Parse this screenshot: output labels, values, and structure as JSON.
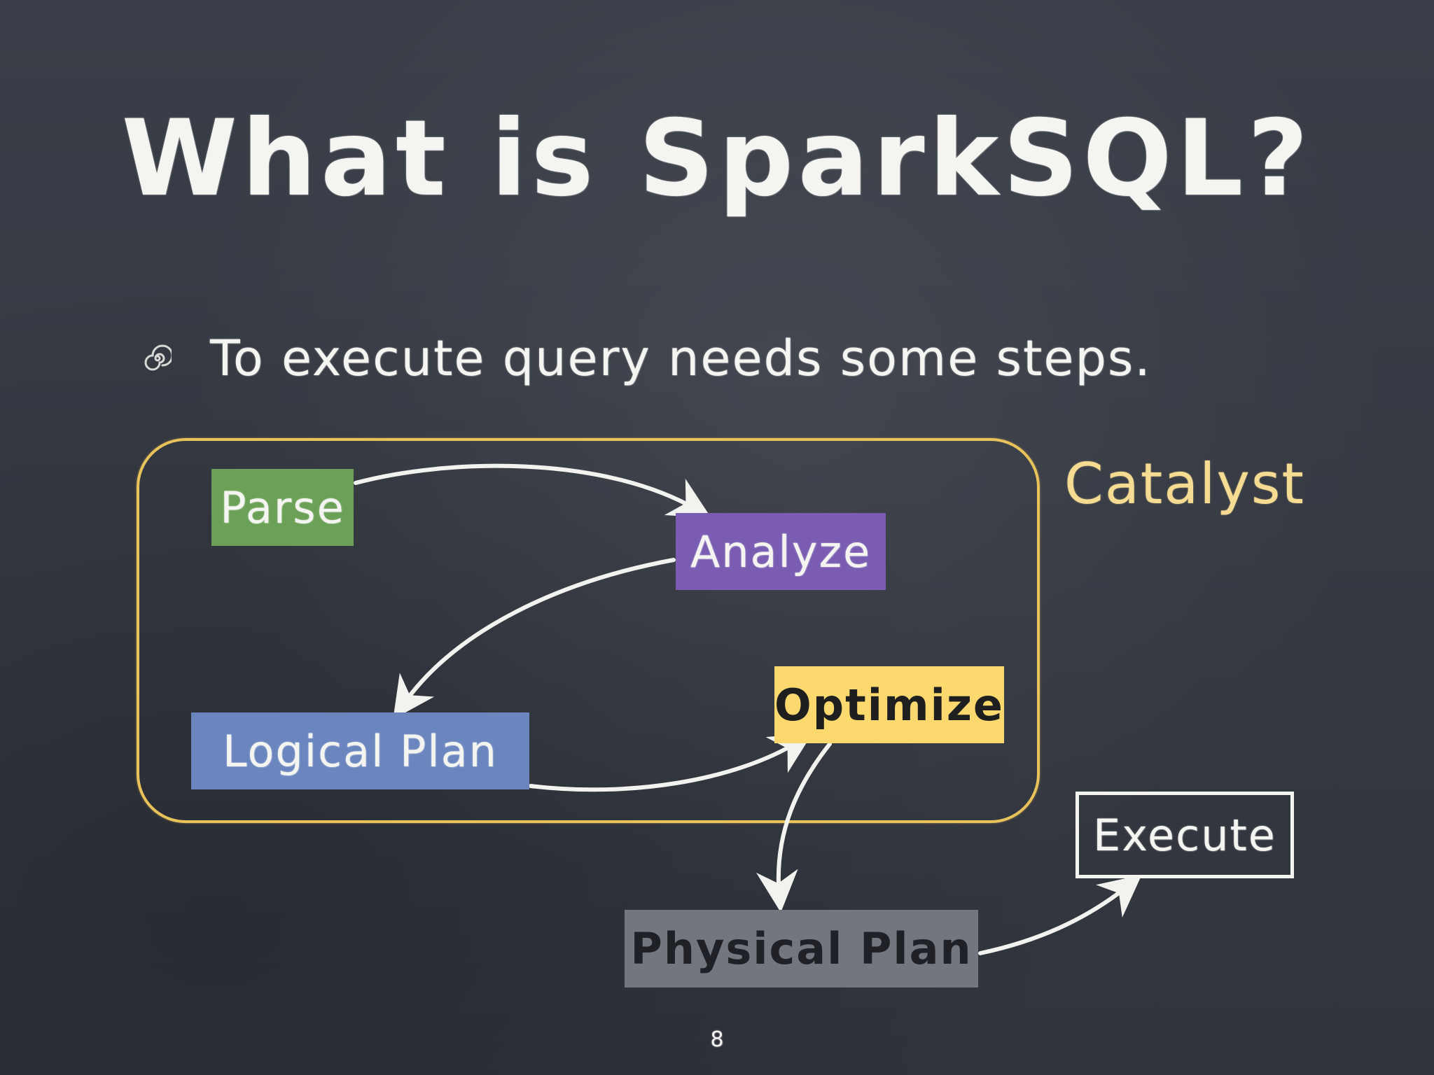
{
  "slide": {
    "title": "What is SparkSQL?",
    "bullet": "To execute query needs some steps.",
    "page_number": "8"
  },
  "diagram": {
    "group_label": "Catalyst",
    "nodes": {
      "parse": "Parse",
      "analyze": "Analyze",
      "logical_plan": "Logical Plan",
      "optimize": "Optimize",
      "physical_plan": "Physical Plan",
      "execute": "Execute"
    },
    "edges": [
      {
        "from": "Parse",
        "to": "Analyze"
      },
      {
        "from": "Analyze",
        "to": "Logical Plan"
      },
      {
        "from": "Logical Plan",
        "to": "Optimize"
      },
      {
        "from": "Optimize",
        "to": "Physical Plan"
      },
      {
        "from": "Physical Plan",
        "to": "Execute"
      }
    ]
  },
  "colors": {
    "background": "#343841",
    "catalyst": "#e8c25a",
    "parse": "#6aa156",
    "analyze": "#7a5db2",
    "logical_plan": "#6b86bf",
    "optimize": "#fbd96e",
    "physical_plan": "#73767f",
    "chalk": "#f4f4f0"
  }
}
